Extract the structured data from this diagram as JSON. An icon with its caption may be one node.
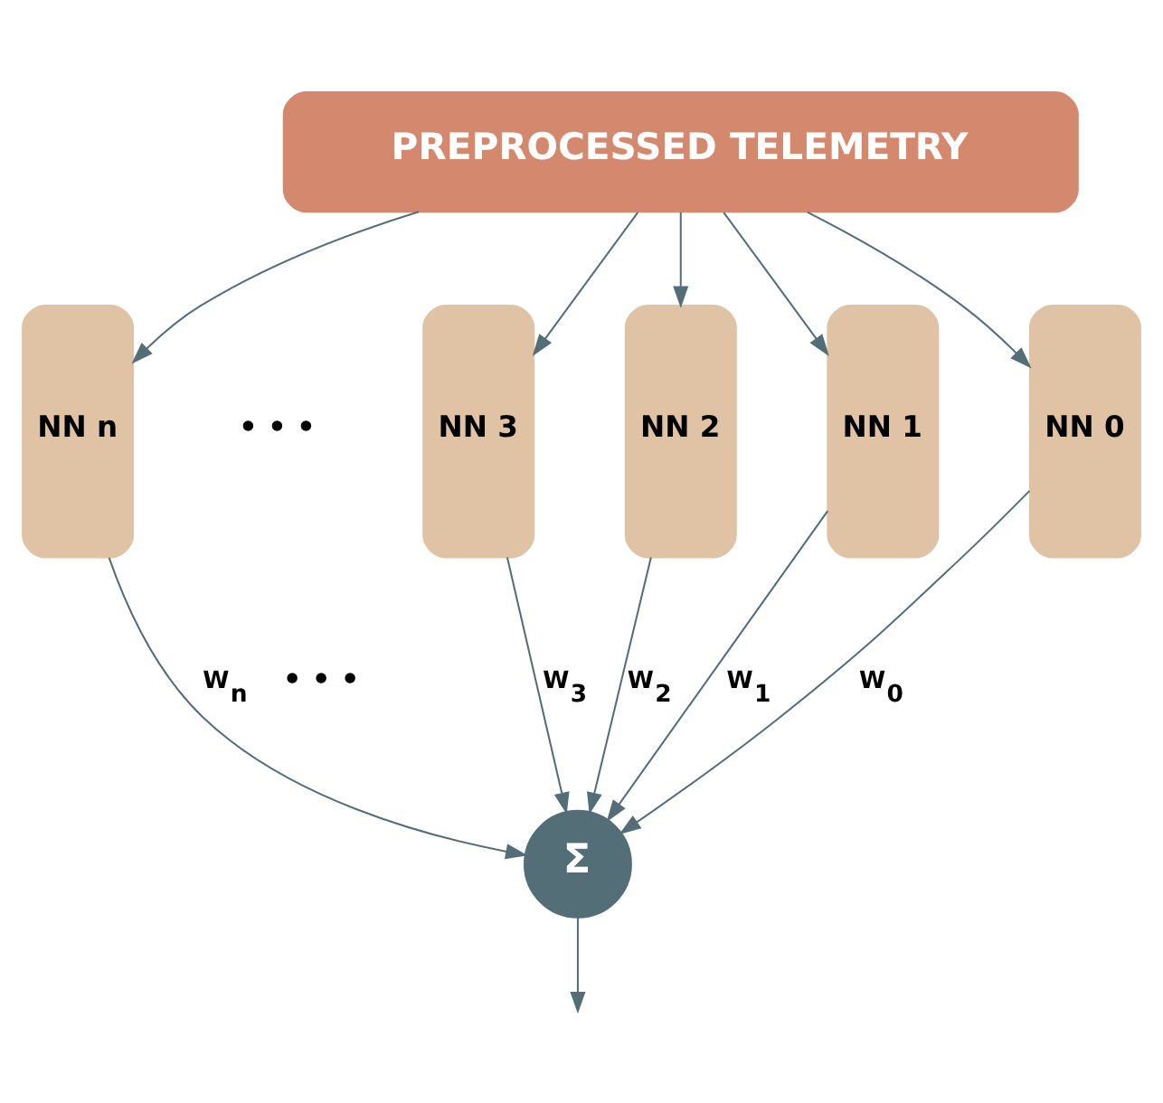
{
  "diagram": {
    "nodes": [
      {
        "text": [
          "PREPROCESSED TELEMETRY"
        ]
      },
      {
        "text": [
          "NN n"
        ]
      },
      {
        "text": [
          "NN 3"
        ]
      },
      {
        "text": [
          "NN 2"
        ]
      },
      {
        "text": [
          "NN 1"
        ]
      },
      {
        "text": [
          "NN 0"
        ]
      },
      {
        "text": [
          "Σ"
        ]
      }
    ],
    "edges": [
      {
        "from": 0,
        "to": 1,
        "arrow": "to"
      },
      {
        "from": 0,
        "to": 2,
        "arrow": "to"
      },
      {
        "from": 0,
        "to": 3,
        "arrow": "to"
      },
      {
        "from": 0,
        "to": 4,
        "arrow": "to"
      },
      {
        "from": 0,
        "to": 5,
        "arrow": "to"
      },
      {
        "from": 1,
        "to": 6,
        "arrow": "to",
        "label": "W$_{n}$"
      },
      {
        "from": 2,
        "to": 6,
        "arrow": "to",
        "label": "W$_{3}$"
      },
      {
        "from": 3,
        "to": 6,
        "arrow": "to",
        "label": "W$_{2}$"
      },
      {
        "from": 4,
        "to": 6,
        "arrow": "to",
        "label": "W$_{1}$"
      },
      {
        "from": 5,
        "to": 6,
        "arrow": "to",
        "label": "W$_{0}$"
      },
      {
        "from": 6,
        "to": null,
        "arrow": "to"
      }
    ],
    "labels": [
      "• • •",
      "• • •"
    ]
  }
}
